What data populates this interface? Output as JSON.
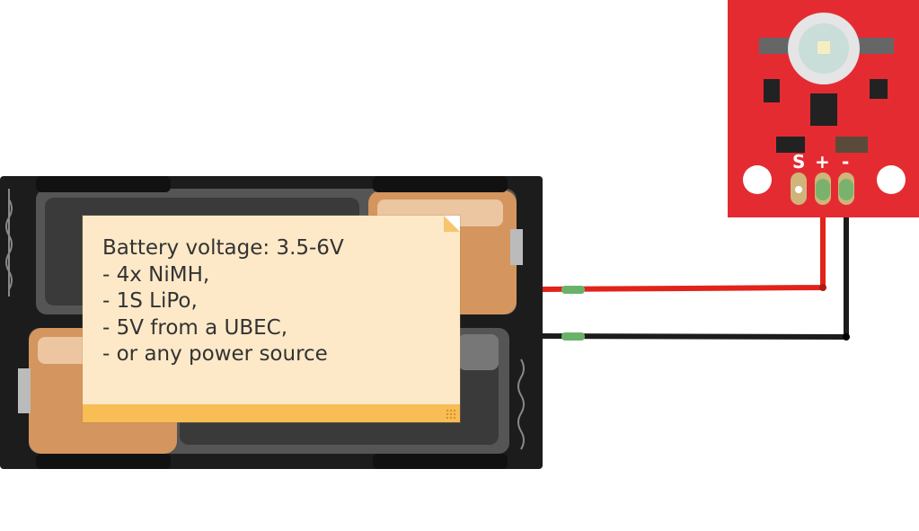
{
  "note": {
    "lines": [
      "Battery voltage: 3.5-6V",
      "- 4x NiMH,",
      "- 1S LiPo,",
      "- 5V from a UBEC,",
      "- or any power source"
    ]
  },
  "led_board": {
    "pin_labels": {
      "signal": "S",
      "plus": "+",
      "minus": "-"
    },
    "board_color": "#e52b32"
  },
  "wires": {
    "positive_color": "#e2231a",
    "negative_color": "#1c1c1c"
  },
  "battery_holder": {
    "cell_color": "#d4955e",
    "holder_color": "#222222"
  }
}
